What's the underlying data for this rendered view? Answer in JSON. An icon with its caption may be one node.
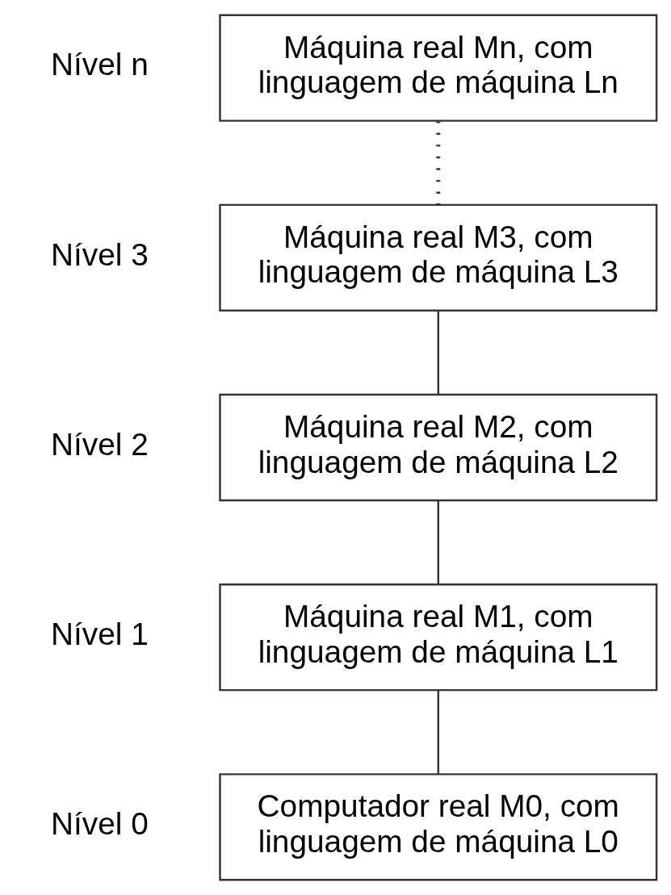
{
  "diagram": {
    "nodes": [
      {
        "text": [
          "Máquina real Mn, com linguagem de máquina Ln"
        ],
        "beside": [
          "Nível n"
        ]
      },
      {
        "text": [
          "Máquina real M3, com linguagem de máquina L3"
        ],
        "beside": [
          "Nível 3"
        ]
      },
      {
        "text": [
          "Máquina real M2, com linguagem de máquina L2"
        ],
        "beside": [
          "Nível 2"
        ]
      },
      {
        "text": [
          "Máquina real M1, com linguagem de máquina L1"
        ],
        "beside": [
          "Nível 1"
        ]
      },
      {
        "text": [
          "Computador real M0, com linguagem de máquina L0"
        ],
        "beside": [
          "Nível 0"
        ]
      }
    ],
    "edges": [
      {
        "from": 0,
        "to": 1,
        "arrow": "none",
        "style": "dashed"
      },
      {
        "from": 1,
        "to": 2,
        "arrow": "none"
      },
      {
        "from": 2,
        "to": 3,
        "arrow": "none"
      },
      {
        "from": 3,
        "to": 4,
        "arrow": "none"
      }
    ]
  }
}
